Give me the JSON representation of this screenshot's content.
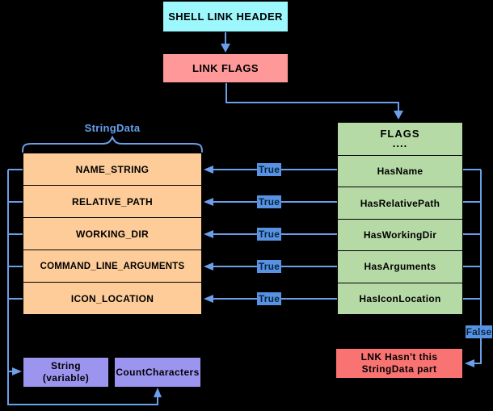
{
  "top": {
    "shell_link_header": "SHELL LINK HEADER",
    "link_flags": "LINK FLAGS"
  },
  "flags": {
    "title": "FLAGS",
    "dots": "....",
    "rows": [
      "HasName",
      "HasRelativePath",
      "HasWorkingDir",
      "HasArguments",
      "HasIconLocation"
    ]
  },
  "stringdata": {
    "label": "StringData",
    "rows": [
      "NAME_STRING",
      "RELATIVE_PATH",
      "WORKING_DIR",
      "COMMAND_LINE_ARGUMENTS",
      "ICON_LOCATION"
    ]
  },
  "detail": {
    "string_line1": "String",
    "string_line2": "(variable)",
    "count_characters": "CountCharacters"
  },
  "else_box": {
    "line1": "LNK Hasn't this",
    "line2": "StringData part"
  },
  "labels": {
    "true": "True",
    "false": "False"
  },
  "colors": {
    "cyan": "#9CF8FC",
    "salmon": "#FF9999",
    "green": "#B6DAA6",
    "orange": "#FDCC99",
    "purple": "#9C95F0",
    "red": "#F97373",
    "line": "#6B9FEA",
    "label_bg": "#5793E2",
    "label_text": "#0A2540",
    "stringdata_text": "#66A0EE"
  }
}
